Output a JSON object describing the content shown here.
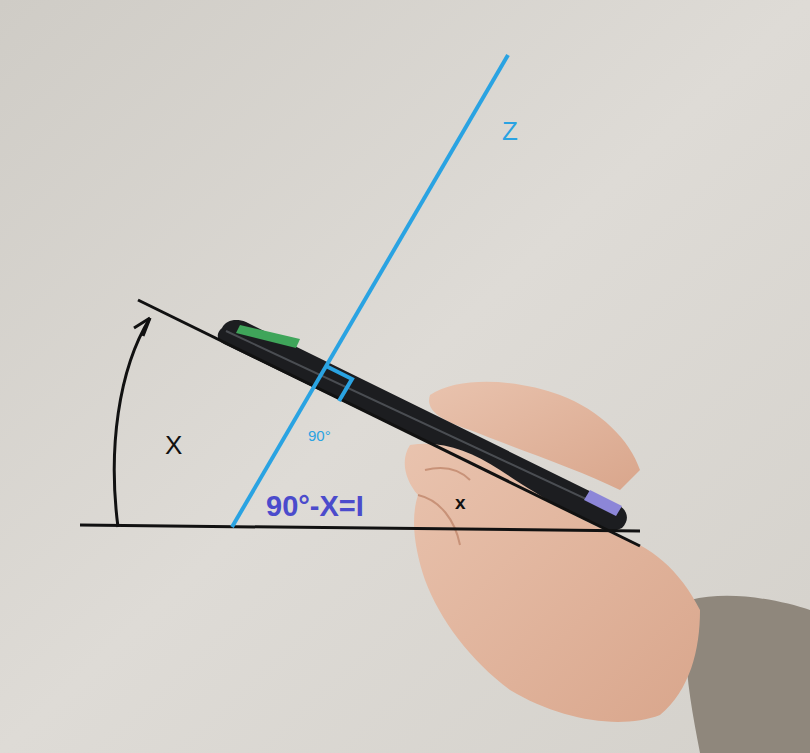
{
  "diagram": {
    "labels": [
      "Z",
      "90°",
      "X",
      "90°-X=I",
      "x"
    ]
  }
}
